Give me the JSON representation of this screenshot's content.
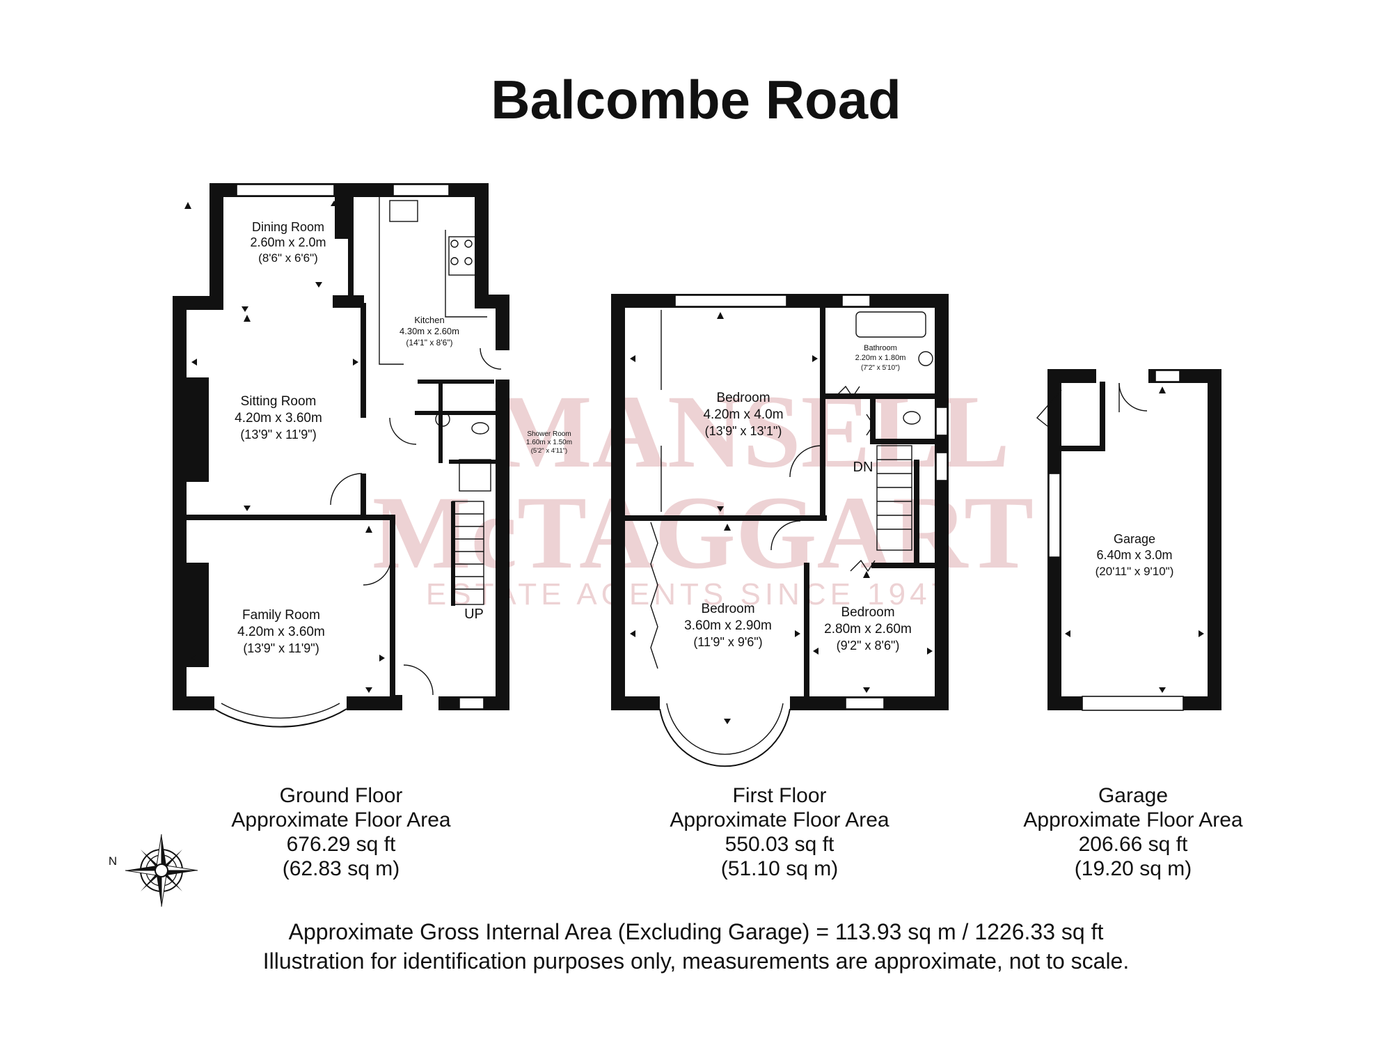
{
  "title": "Balcombe Road",
  "watermark": {
    "line1": "MANSELL",
    "line2": "McTAGGART",
    "line3": "ESTATE AGENTS SINCE 1947"
  },
  "rooms": {
    "dining": {
      "name": "Dining Room",
      "size": "2.60m x 2.0m",
      "imperial": "(8'6\" x 6'6\")"
    },
    "kitchen": {
      "name": "Kitchen",
      "size": "4.30m x 2.60m",
      "imperial": "(14'1\" x 8'6\")"
    },
    "sitting": {
      "name": "Sitting Room",
      "size": "4.20m x 3.60m",
      "imperial": "(13'9\" x 11'9\")"
    },
    "shower": {
      "name": "Shower Room",
      "size": "1.60m x 1.50m",
      "imperial": "(5'2\" x 4'11\")"
    },
    "family": {
      "name": "Family Room",
      "size": "4.20m x 3.60m",
      "imperial": "(13'9\" x 11'9\")"
    },
    "bed1": {
      "name": "Bedroom",
      "size": "4.20m x 4.0m",
      "imperial": "(13'9\" x 13'1\")"
    },
    "bathroom": {
      "name": "Bathroom",
      "size": "2.20m x 1.80m",
      "imperial": "(7'2\" x 5'10\")"
    },
    "bed2": {
      "name": "Bedroom",
      "size": "3.60m x 2.90m",
      "imperial": "(11'9\" x 9'6\")"
    },
    "bed3": {
      "name": "Bedroom",
      "size": "2.80m x 2.60m",
      "imperial": "(9'2\" x 8'6\")"
    },
    "garage": {
      "name": "Garage",
      "size": "6.40m x 3.0m",
      "imperial": "(20'11\" x 9'10\")"
    }
  },
  "stairs": {
    "up": "UP",
    "down": "DN"
  },
  "compass_label": "N",
  "floors": [
    {
      "name": "Ground Floor",
      "area_label": "Approximate Floor Area",
      "sqft": "676.29 sq ft",
      "sqm": "(62.83 sq m)"
    },
    {
      "name": "First Floor",
      "area_label": "Approximate Floor Area",
      "sqft": "550.03 sq ft",
      "sqm": "(51.10 sq m)"
    },
    {
      "name": "Garage",
      "area_label": "Approximate Floor Area",
      "sqft": "206.66 sq ft",
      "sqm": "(19.20 sq m)"
    }
  ],
  "footer": {
    "gross_area": "Approximate Gross Internal Area (Excluding Garage) = 113.93 sq m / 1226.33 sq ft",
    "disclaimer": "Illustration for identification purposes only, measurements are approximate, not to scale."
  }
}
